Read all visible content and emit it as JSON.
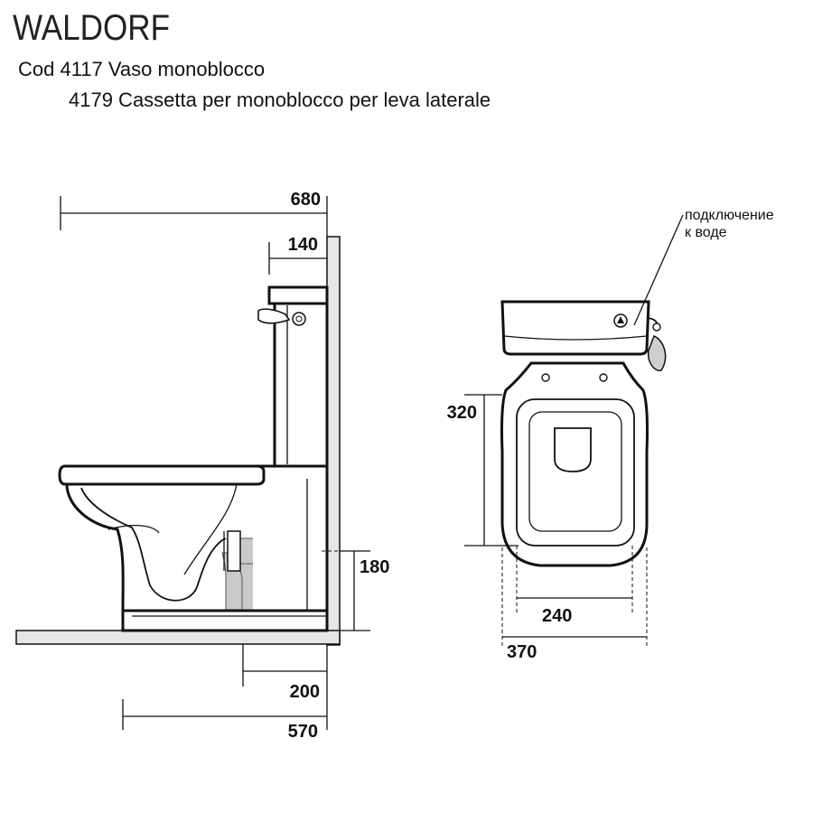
{
  "header": {
    "brand": "WALDORF",
    "line1": "Cod 4117 Vaso monoblocco",
    "line2": "4179 Cassetta per monoblocco per leva laterale"
  },
  "side_view": {
    "dims": {
      "overall_depth": "680",
      "tank_depth": "140",
      "outlet_height": "180",
      "outlet_distance": "200",
      "base_depth": "570"
    }
  },
  "top_view": {
    "annotation": [
      "подключение",
      "к воде"
    ],
    "dims": {
      "seat_length": "320",
      "inner_width": "240",
      "overall_width": "370"
    }
  }
}
